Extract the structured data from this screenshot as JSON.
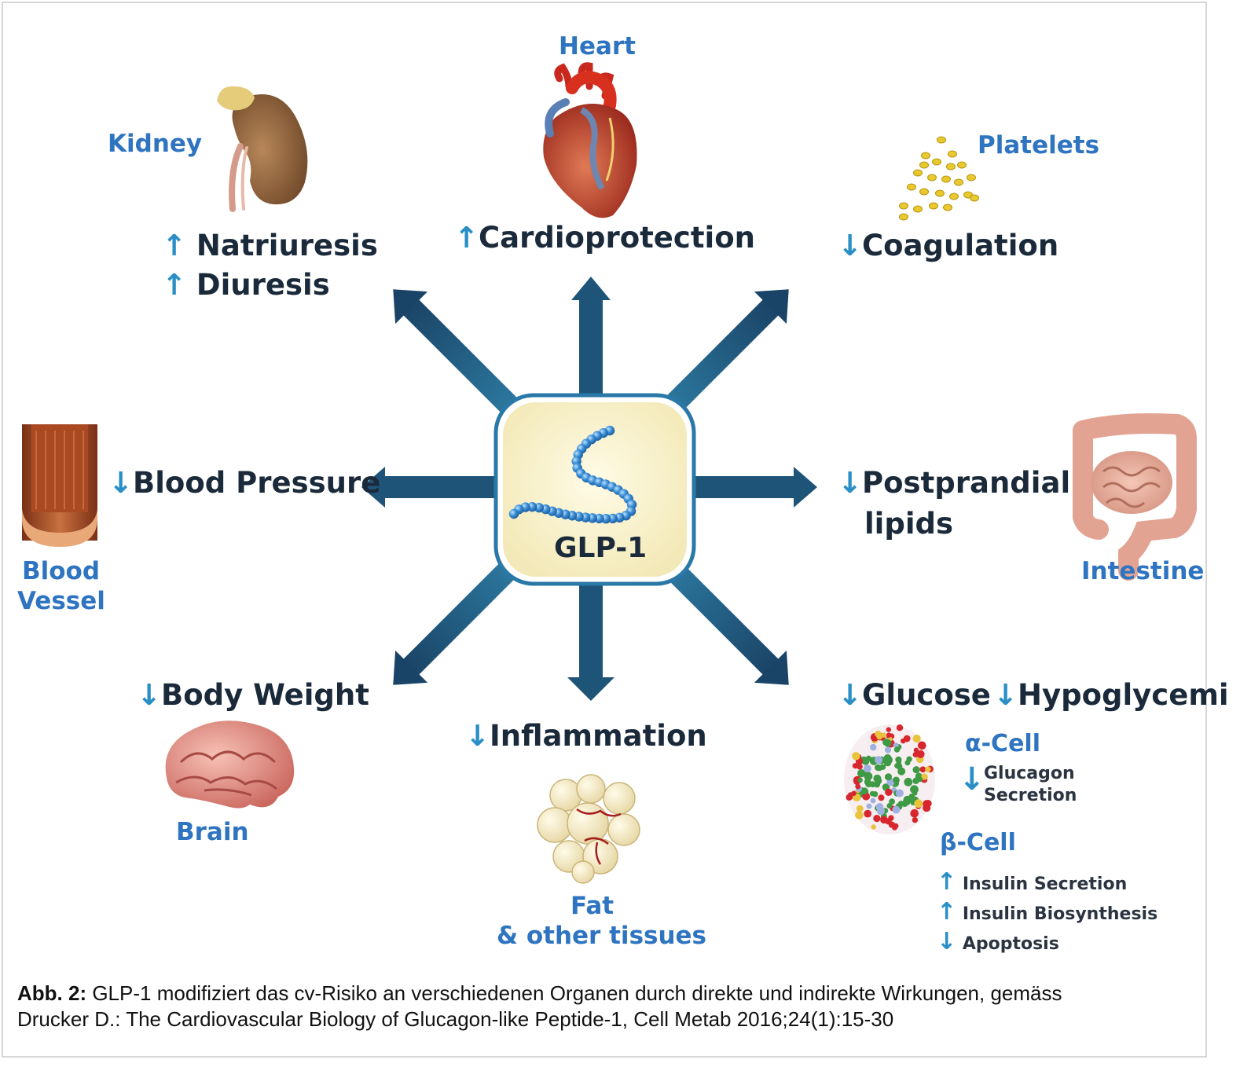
{
  "center": {
    "label": "GLP-1"
  },
  "organs": {
    "heart": "Heart",
    "kidney": "Kidney",
    "platelets": "Platelets",
    "blood_vessel_1": "Blood",
    "blood_vessel_2": "Vessel",
    "intestine": "Intestine",
    "brain": "Brain",
    "fat_1": "Fat",
    "fat_2": "& other tissues"
  },
  "effects": {
    "cardioprotection": {
      "arrow": "↑",
      "text": "Cardioprotection"
    },
    "natriuresis": {
      "arrow": "↑",
      "text": "Natriuresis"
    },
    "diuresis": {
      "arrow": "↑",
      "text": "Diuresis"
    },
    "coagulation": {
      "arrow": "↓",
      "text": "Coagulation"
    },
    "blood_pressure": {
      "arrow": "↓",
      "text": "Blood Pressure"
    },
    "postprandial_1": {
      "arrow": "↓",
      "text": "Postprandial"
    },
    "postprandial_2": "lipids",
    "body_weight": {
      "arrow": "↓",
      "text": "Body Weight"
    },
    "inflammation": {
      "arrow": "↓",
      "text": "Inflammation"
    },
    "glucose": {
      "arrow": "↓",
      "text": "Glucose"
    },
    "hypoglycemia": {
      "arrow": "↓",
      "text": "Hypoglycemi"
    }
  },
  "pancreas": {
    "alpha_cell": "α-Cell",
    "glucagon_arrow": "↓",
    "glucagon_1": "Glucagon",
    "glucagon_2": "Secretion",
    "beta_cell": "β-Cell",
    "insulin_secretion": {
      "arrow": "↑",
      "text": "Insulin Secretion"
    },
    "insulin_biosynthesis": {
      "arrow": "↑",
      "text": "Insulin Biosynthesis"
    },
    "apoptosis": {
      "arrow": "↓",
      "text": "Apoptosis"
    }
  },
  "caption": {
    "label": "Abb. 2:",
    "line1": " GLP-1 modifiziert das cv-Risiko an verschiedenen Organen durch direkte und indirekte Wirkungen, gemäss",
    "line2": "Drucker D.: The Cardiovascular Biology of Glucagon-like Peptide-1, Cell Metab 2016;24(1):15-30"
  },
  "colors": {
    "arrow_dark": "#1d4f72",
    "arrow_light": "#2f7fa6",
    "organ_text": "#2e74c0",
    "effect_text": "#1b2a3a",
    "center_fill": "#fbf5d8",
    "center_border": "#2a78a8",
    "bead": "#3b8fd6"
  }
}
